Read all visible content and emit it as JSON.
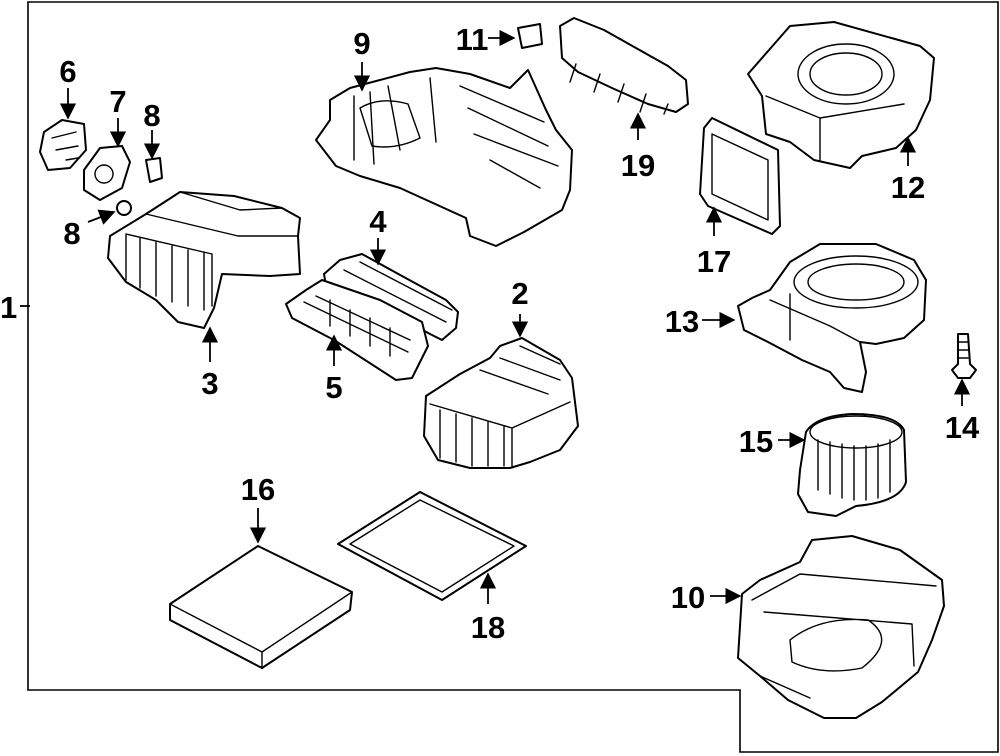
{
  "callouts": {
    "c1": "1",
    "c2": "2",
    "c3": "3",
    "c4": "4",
    "c5": "5",
    "c6": "6",
    "c7": "7",
    "c8a": "8",
    "c8b": "8",
    "c9": "9",
    "c10": "10",
    "c11": "11",
    "c12": "12",
    "c13": "13",
    "c14": "14",
    "c15": "15",
    "c16": "16",
    "c17": "17",
    "c18": "18",
    "c19": "19"
  },
  "colors": {
    "line": "#000000",
    "background": "#ffffff"
  }
}
